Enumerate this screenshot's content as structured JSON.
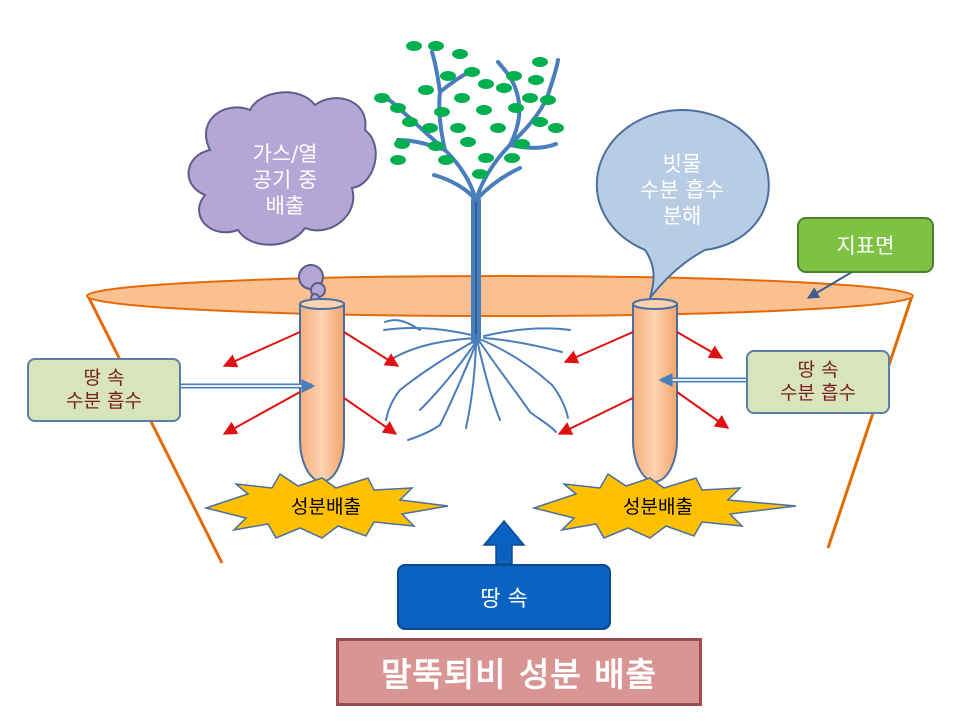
{
  "cloud_text": "가스/열\n공기 중\n배출",
  "bubble_text": "빗물\n수분 흡수\n분해",
  "surface_label": "지표면",
  "left_absorb_label": "땅 속\n수분 흡수",
  "right_absorb_label": "땅 속\n수분 흡수",
  "left_burst_label": "성분배출",
  "right_burst_label": "성분배출",
  "underground_label": "땅    속",
  "title": "말뚝퇴비 성분 배출",
  "colors": {
    "soil_line": "#e36c09",
    "surface_fill": "#fac090",
    "stake": "#fac090",
    "cloud": "#b4a7d6",
    "bubble": "#b8cce4",
    "tree": "#4a7ebb",
    "leaf": "#00b050",
    "arrow_red": "#e01010",
    "burst": "#ffc000",
    "underground": "#0a63c2",
    "title": "#d99594"
  }
}
